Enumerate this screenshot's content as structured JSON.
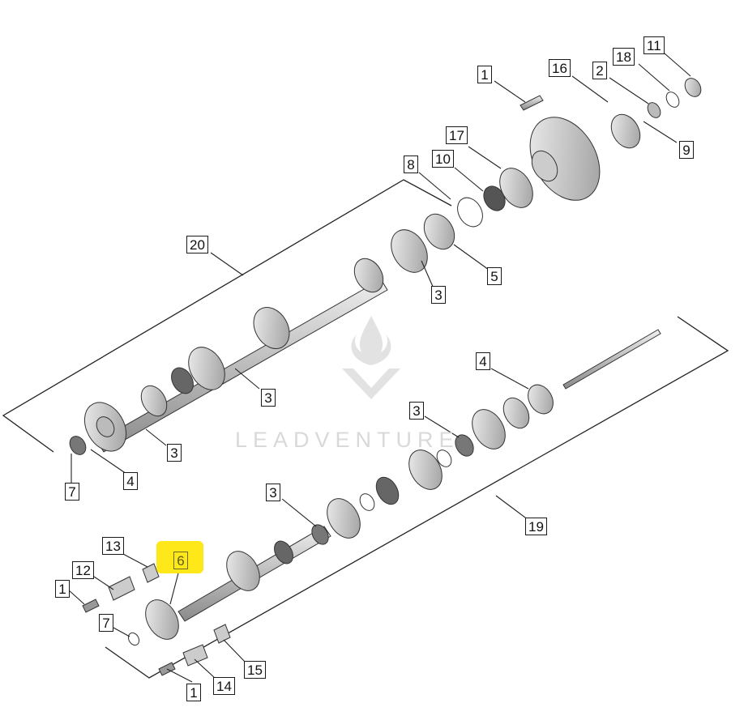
{
  "diagram": {
    "callouts": {
      "c1_top": "1",
      "c16": "16",
      "c2": "2",
      "c18": "18",
      "c11": "11",
      "c9": "9",
      "c17": "17",
      "c10": "10",
      "c8": "8",
      "c20": "20",
      "c5": "5",
      "c3_a": "3",
      "c3_b": "3",
      "c3_c": "3",
      "c4_left": "4",
      "c7_left": "7",
      "c4_right": "4",
      "c3_d": "3",
      "c3_e": "3",
      "c19": "19",
      "c13": "13",
      "c6": "6",
      "c12": "12",
      "c1_left": "1",
      "c7_bottom": "7",
      "c15": "15",
      "c14": "14",
      "c1_bottom": "1"
    },
    "highlight_color": "#ffe81a",
    "watermark": "LEADVENTURE"
  }
}
